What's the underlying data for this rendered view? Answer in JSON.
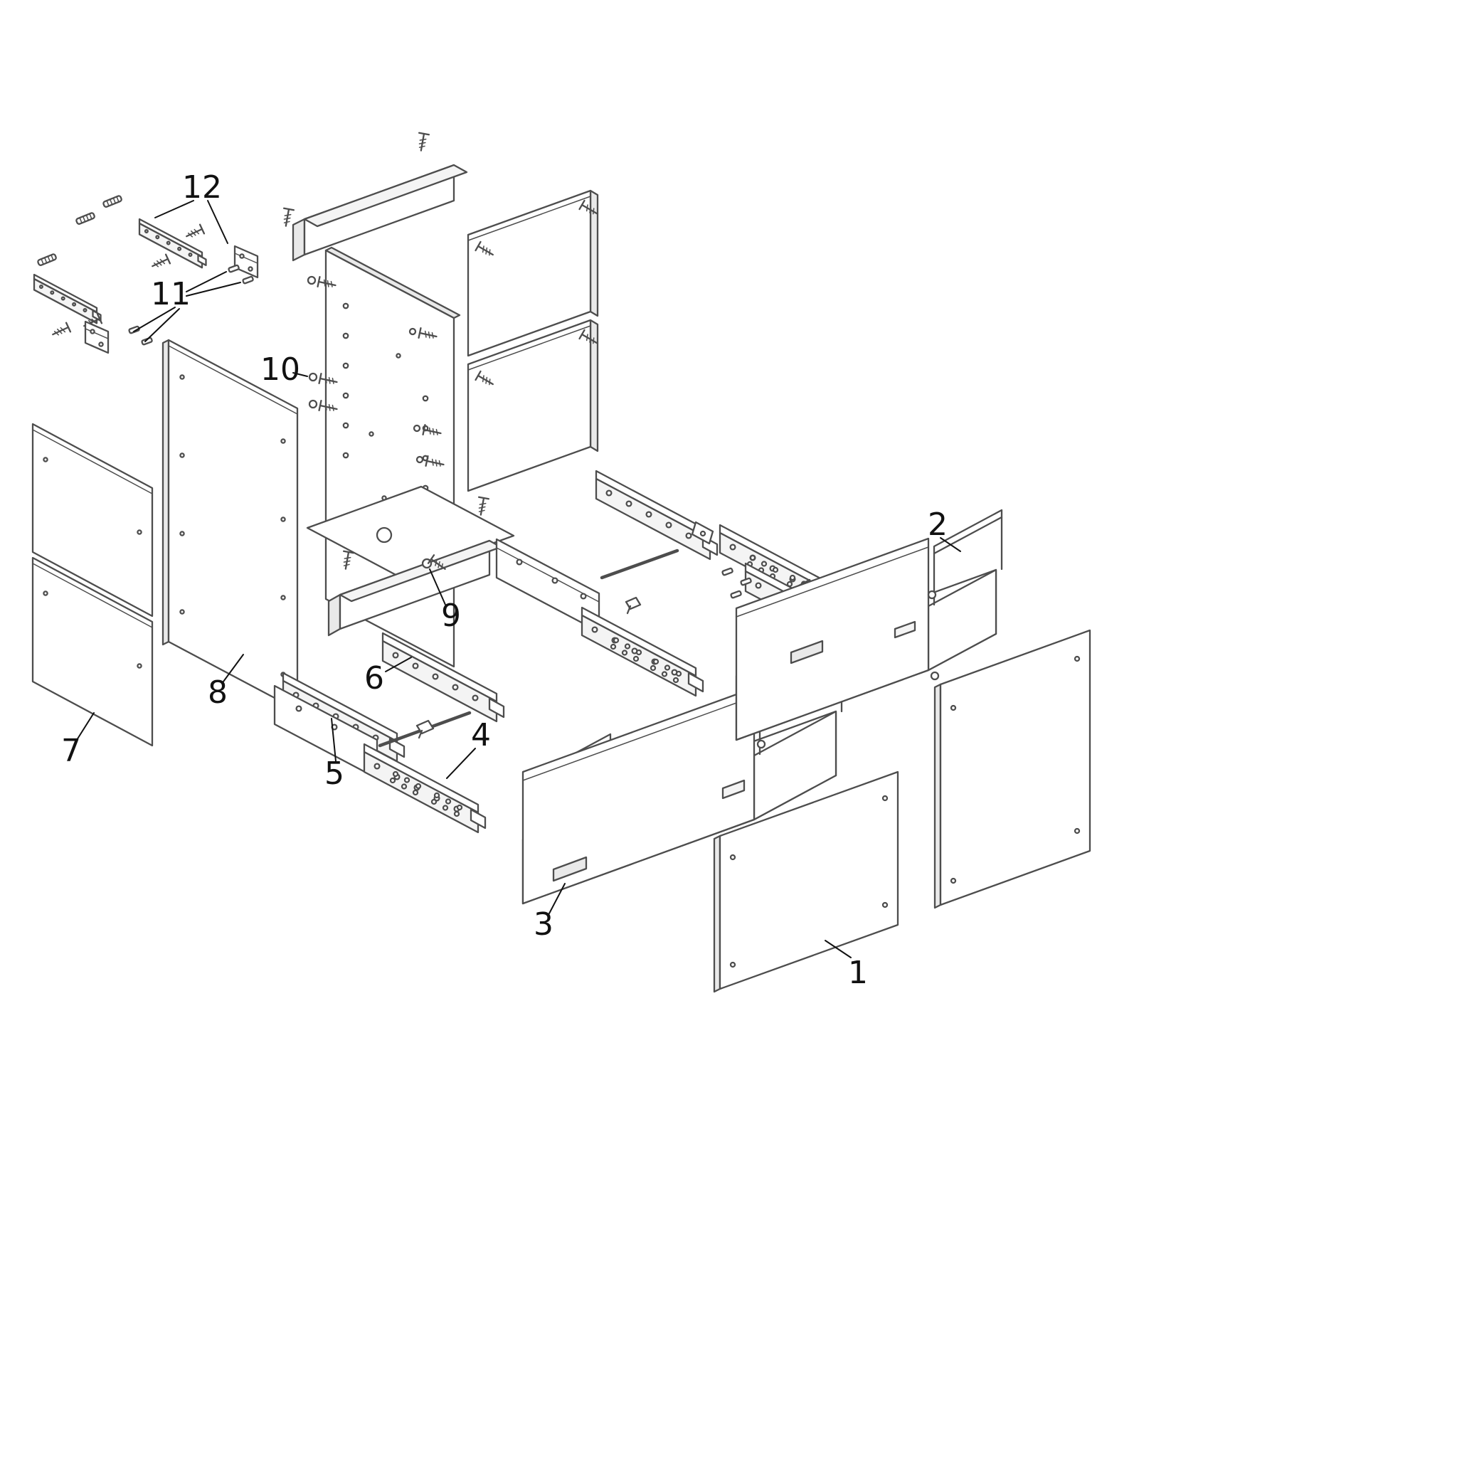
{
  "colors": {
    "bg": "#ffffff",
    "line": "#4d4d4d",
    "label": "#111111"
  },
  "callouts": [
    {
      "part": "1",
      "text": "1"
    },
    {
      "part": "2",
      "text": "2"
    },
    {
      "part": "3",
      "text": "3"
    },
    {
      "part": "4",
      "text": "4"
    },
    {
      "part": "5",
      "text": "5"
    },
    {
      "part": "6",
      "text": "6"
    },
    {
      "part": "7",
      "text": "7"
    },
    {
      "part": "8",
      "text": "8"
    },
    {
      "part": "9",
      "text": "9"
    },
    {
      "part": "10",
      "text": "10"
    },
    {
      "part": "11",
      "text": "11"
    },
    {
      "part": "12",
      "text": "12"
    }
  ]
}
